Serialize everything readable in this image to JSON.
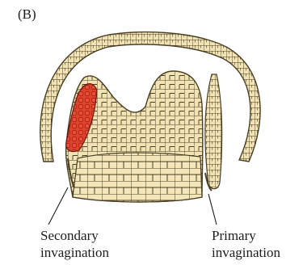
{
  "figure": {
    "panel_label": "(B)",
    "labels": {
      "secondary_line1": "Secondary",
      "secondary_line2": "invagination",
      "primary_line1": "Primary",
      "primary_line2": "invagination"
    },
    "colors": {
      "cell_fill": "#f1e4b4",
      "cell_outline": "#4a3e24",
      "highlight_cells": "#e0402a",
      "cavity": "#ffffff"
    }
  }
}
